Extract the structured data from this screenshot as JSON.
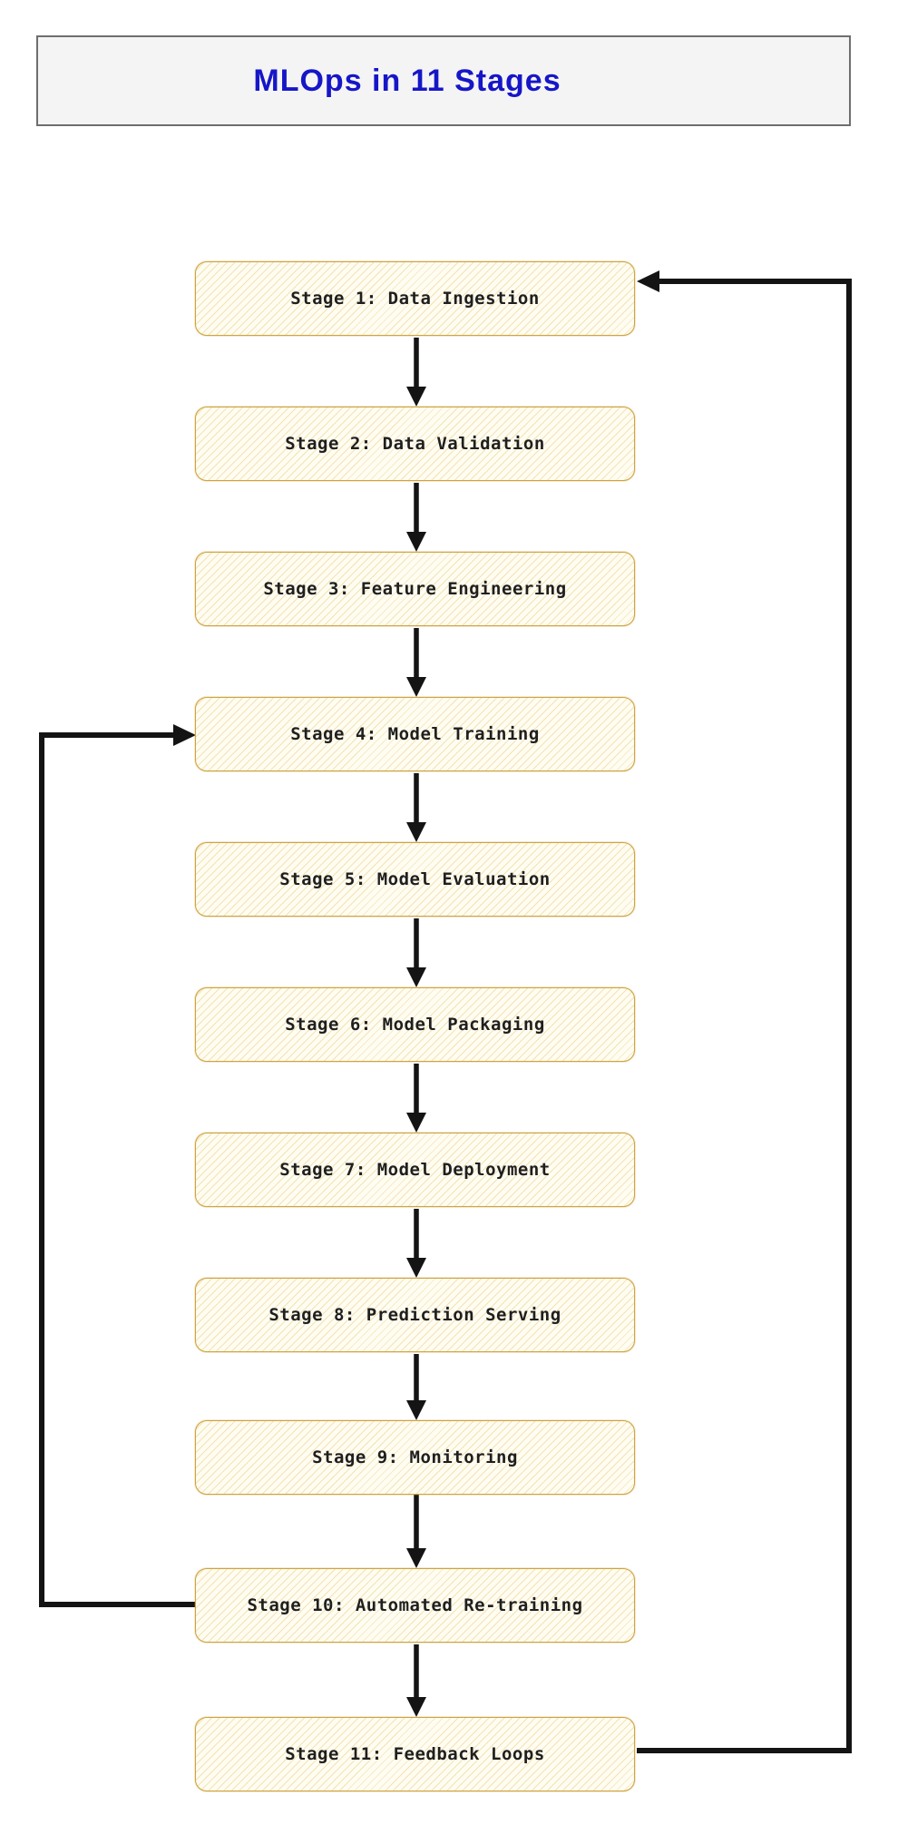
{
  "title": {
    "text": "MLOps in 11 Stages"
  },
  "stages": [
    {
      "label": "Stage 1: Data Ingestion"
    },
    {
      "label": "Stage 2: Data Validation"
    },
    {
      "label": "Stage 3: Feature Engineering"
    },
    {
      "label": "Stage 4: Model Training"
    },
    {
      "label": "Stage 5: Model Evaluation"
    },
    {
      "label": "Stage 6: Model Packaging"
    },
    {
      "label": "Stage 7: Model Deployment"
    },
    {
      "label": "Stage 8: Prediction Serving"
    },
    {
      "label": "Stage 9: Monitoring"
    },
    {
      "label": "Stage 10: Automated Re-training"
    },
    {
      "label": "Stage 11: Feedback Loops"
    }
  ],
  "edges": [
    {
      "from": "Stage 1: Data Ingestion",
      "to": "Stage 2: Data Validation",
      "type": "forward"
    },
    {
      "from": "Stage 2: Data Validation",
      "to": "Stage 3: Feature Engineering",
      "type": "forward"
    },
    {
      "from": "Stage 3: Feature Engineering",
      "to": "Stage 4: Model Training",
      "type": "forward"
    },
    {
      "from": "Stage 4: Model Training",
      "to": "Stage 5: Model Evaluation",
      "type": "forward"
    },
    {
      "from": "Stage 5: Model Evaluation",
      "to": "Stage 6: Model Packaging",
      "type": "forward"
    },
    {
      "from": "Stage 6: Model Packaging",
      "to": "Stage 7: Model Deployment",
      "type": "forward"
    },
    {
      "from": "Stage 7: Model Deployment",
      "to": "Stage 8: Prediction Serving",
      "type": "forward"
    },
    {
      "from": "Stage 8: Prediction Serving",
      "to": "Stage 9: Monitoring",
      "type": "forward"
    },
    {
      "from": "Stage 9: Monitoring",
      "to": "Stage 10: Automated Re-training",
      "type": "forward"
    },
    {
      "from": "Stage 10: Automated Re-training",
      "to": "Stage 11: Feedback Loops",
      "type": "forward"
    },
    {
      "from": "Stage 10: Automated Re-training",
      "to": "Stage 4: Model Training",
      "type": "feedback-left"
    },
    {
      "from": "Stage 11: Feedback Loops",
      "to": "Stage 1: Data Ingestion",
      "type": "feedback-right"
    }
  ],
  "colors": {
    "title_text": "#1616c8",
    "title_background": "#f4f4f4",
    "title_border": "#6e6e6e",
    "box_fill": "#fffdf2",
    "box_border": "#cfa33f",
    "box_hatch": "#e6c878",
    "arrow": "#141414"
  }
}
